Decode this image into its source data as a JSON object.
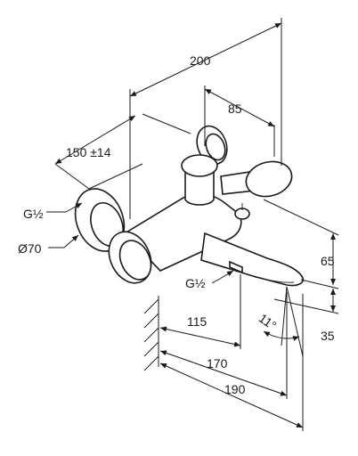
{
  "dimensions": {
    "overall_width": "200",
    "lever_depth": "85",
    "inlet_spacing": "150 ±14",
    "inlet_thread": "G½",
    "escutcheon_diameter": "Ø70",
    "spout_height": "65",
    "spout_outlet_height": "35",
    "outlet_thread": "G½",
    "outlet_distance": "115",
    "spout_projection": "170",
    "total_projection": "190",
    "spout_angle": "11°"
  }
}
